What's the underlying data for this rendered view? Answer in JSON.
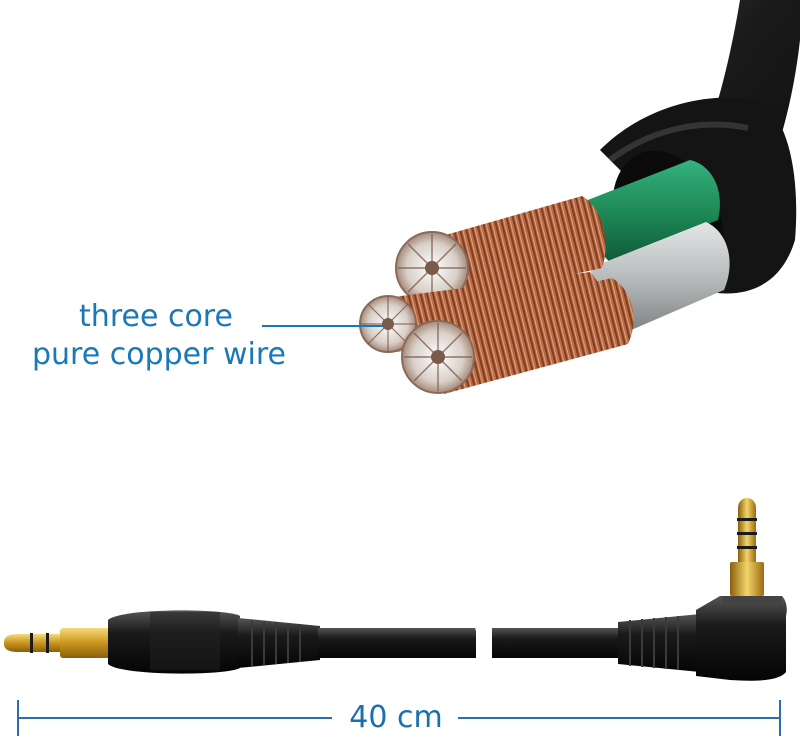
{
  "callout": {
    "line1": "three core",
    "line2": "pure copper wire"
  },
  "dimension": {
    "label": "40 cm"
  },
  "colors": {
    "callout_text": "#1a78b7",
    "dimension_line": "#2a6fa8",
    "jacket": "#161616",
    "green_insulation": "#1f8a58",
    "gray_insulation": "#b8bbbc",
    "copper": "#b86b45",
    "gold_plug": "#d8a92e"
  }
}
